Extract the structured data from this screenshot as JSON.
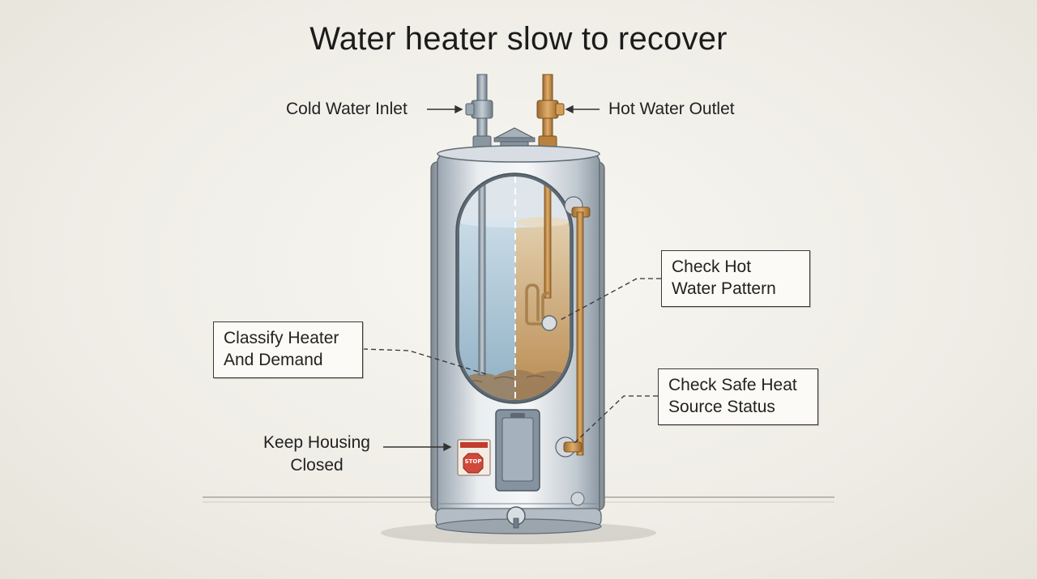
{
  "title": "Water heater slow to recover",
  "labels": {
    "cold_inlet": "Cold Water Inlet",
    "hot_outlet": "Hot Water Outlet",
    "keep_housing_line1": "Keep Housing",
    "keep_housing_line2": "Closed"
  },
  "callouts": {
    "check_hot_line1": "Check Hot",
    "check_hot_line2": "Water Pattern",
    "classify_line1": "Classify Heater",
    "classify_line2": "And Demand",
    "check_safe_line1": "Check Safe Heat",
    "check_safe_line2": "Source Status"
  },
  "warning_label": {
    "stop_text": "STOP"
  },
  "colors": {
    "steel": "#c9d0d6",
    "steel_dark": "#6f7d89",
    "cold_water": "#a9c4d6",
    "hot_water": "#c7a070",
    "copper": "#c58b46",
    "insulation": "#9aa1a8"
  }
}
